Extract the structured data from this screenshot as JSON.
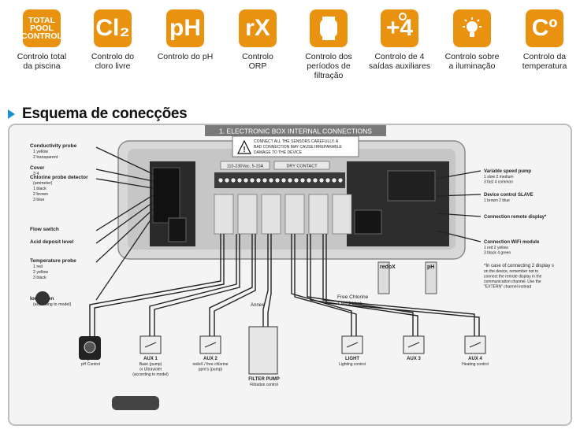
{
  "features": [
    {
      "icon": "total-pool-control-icon",
      "badge": [
        "TOTAL",
        "POOL",
        "CONTROL"
      ],
      "caption": [
        "Controlo total",
        "da piscina"
      ]
    },
    {
      "icon": "chlorine-icon",
      "badge": [
        "Cl₂"
      ],
      "caption": [
        "Controlo do",
        "cloro livre"
      ]
    },
    {
      "icon": "ph-icon",
      "badge": [
        "pH"
      ],
      "caption": [
        "Controlo do pH"
      ]
    },
    {
      "icon": "rx-icon",
      "badge": [
        "rX"
      ],
      "caption": [
        "Controlo",
        "ORP"
      ]
    },
    {
      "icon": "filtration-timer-icon",
      "badge": [],
      "caption": [
        "Controlo dos",
        "períodos de",
        "filtração"
      ]
    },
    {
      "icon": "aux-plus4-icon",
      "badge": [
        "+4"
      ],
      "caption": [
        "Controlo de 4",
        "saídas auxiliares"
      ]
    },
    {
      "icon": "lightbulb-icon",
      "badge": [],
      "caption": [
        "Controlo sobre",
        "a iluminação"
      ]
    },
    {
      "icon": "temperature-icon",
      "badge": [
        "Cº"
      ],
      "caption": [
        "Controlo da",
        "temperatura"
      ]
    }
  ],
  "section_title": "Esquema de conecções",
  "diagram": {
    "box_title": "1. ELECTRONIC BOX INTERNAL CONNECTIONS",
    "warning": [
      "CONNECT ALL THE SENSORS CAREFULLY. A",
      "BAD CONNECTION MAY CAUSE IRREPARABLE",
      "DAMAGE TO THE DEVICE"
    ],
    "power_label": "110-230Vac, 5-10A",
    "contact_label": "DRY CONTACT",
    "left_labels": [
      {
        "title": "Conductivity probe",
        "sub": [
          "1 yellow",
          "2 transparent"
        ]
      },
      {
        "title": "Cover",
        "sub": [
          "3 4"
        ]
      },
      {
        "title": "Chlorine probe detector",
        "sub": [
          "(ammeter)",
          "1 black",
          "2 brown",
          "3 blue"
        ]
      },
      {
        "title": "Flow switch",
        "sub": []
      },
      {
        "title": "Acid deposit level",
        "sub": []
      },
      {
        "title": "Temperature probe",
        "sub": [
          "1 red",
          "2 yellow",
          "3 black"
        ]
      },
      {
        "title": "Ionization",
        "sub": [
          "(according to model)"
        ]
      }
    ],
    "right_labels": [
      {
        "title": "Variable speed pump",
        "sub": [
          "1 slow  2 medium",
          "3 fast  4 common"
        ]
      },
      {
        "title": "Device control SLAVE",
        "sub": [
          "1 brown  2 blue"
        ]
      },
      {
        "title": "Connection remote display*",
        "sub": []
      },
      {
        "title": "Connection WiFi module",
        "sub": [
          "1 red  2 yellow",
          "3 black  4 green"
        ]
      },
      {
        "title": "*In case of connecting 2 display s",
        "sub": [
          "on the device, remember not to",
          "connect the remote display in the",
          "communication channel. Use the",
          "\"EXTERN\" channel instead"
        ]
      }
    ],
    "probe_labels": [
      "redoX",
      "pH"
    ],
    "free_chlorine": {
      "title": "Free Chlorine",
      "sub": "1 red  2 black"
    },
    "bottom_devices": [
      {
        "title": "pH",
        "sub": [
          "pH Control"
        ]
      },
      {
        "title": "AUX 1",
        "sub": [
          "Base (pump)",
          "or Ultraviolet",
          "(according to model)"
        ]
      },
      {
        "title": "AUX 2",
        "sub": [
          "redoX / free chlorine",
          "ppm's (pump)"
        ]
      },
      {
        "title": "FILTER PUMP",
        "sub": [
          "Filtration control"
        ]
      },
      {
        "title": "LIGHT",
        "sub": [
          "Lighting control"
        ]
      },
      {
        "title": "AUX 3",
        "sub": []
      },
      {
        "title": "AUX 4",
        "sub": [
          "Heating control"
        ]
      }
    ],
    "connector_label": "Annex"
  }
}
